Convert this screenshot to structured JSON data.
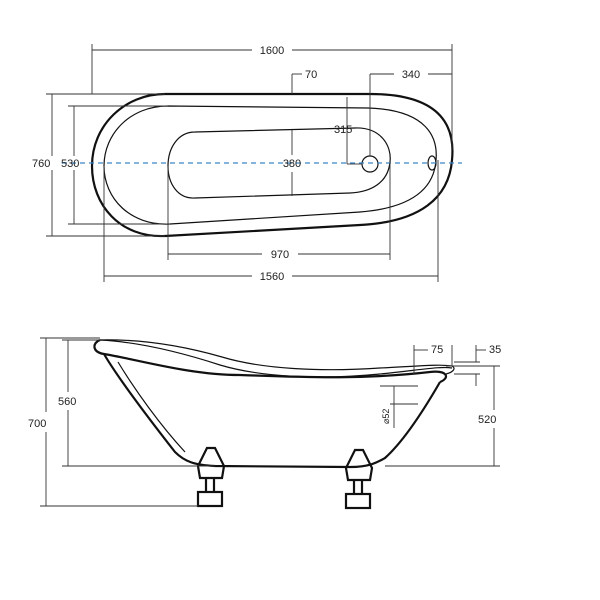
{
  "top_view": {
    "overall_length": "1600",
    "inner_length": "1560",
    "basin_length": "970",
    "faucet_offset": "70",
    "drain_offset": "340",
    "drain_position": "315",
    "basin_width": "380",
    "outer_width": "760",
    "inner_width": "530",
    "center_line_color": "#3a86c8"
  },
  "side_view": {
    "total_height": "700",
    "tub_height": "560",
    "inner_depth": "520",
    "rim_width": "75",
    "rim_thickness": "35",
    "overflow_diameter": "⌀52"
  },
  "colors": {
    "line": "#111111",
    "dimension": "#333333"
  }
}
